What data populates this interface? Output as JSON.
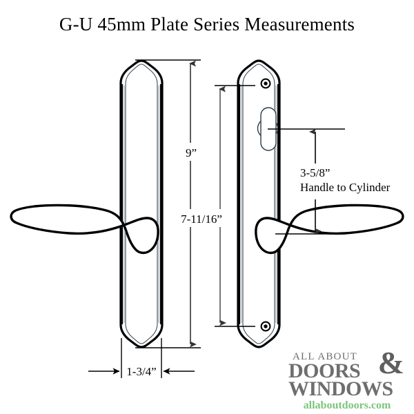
{
  "title": "G-U 45mm Plate Series Measurements",
  "colors": {
    "line": "#000000",
    "plate_bevel": "#1b2b3a",
    "dim_line": "#555555",
    "logo_gray": "#6e6e6e",
    "logo_green": "#7cc47c",
    "background": "#ffffff"
  },
  "dimensions": {
    "plate_height": {
      "label": "9”",
      "description": "overall plate height"
    },
    "handle_span": {
      "label": "7-11/16”",
      "description": "screw hole to screw hole"
    },
    "plate_width": {
      "label": "1-3/4”",
      "description": "plate width"
    },
    "handle_to_cylinder": {
      "label": "3-5/8”",
      "caption": "Handle to Cylinder"
    }
  },
  "parts": {
    "left_plate": "Passive plate with lever handle",
    "right_plate": "Active plate with cylinder and lever handle",
    "cylinder": "thumbturn-cylinder",
    "screw_top": "top-screw-hole",
    "screw_bottom": "bottom-screw-hole"
  },
  "logo": {
    "line1": "ALL ABOUT",
    "line2": "DOORS",
    "ampersand": "&",
    "line3": "WINDOWS",
    "url": "allaboutdoors.com"
  }
}
